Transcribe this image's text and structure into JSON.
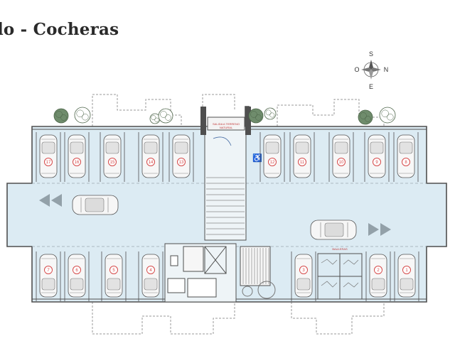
{
  "title": "lo - Cocheras",
  "compass": {
    "n": "N",
    "s": "S",
    "e": "E",
    "o": "O"
  },
  "labels": {
    "exit": "SALIDA A TERRENO",
    "exit2": "NATURAL",
    "storage": "BAULERAS"
  },
  "spaces_top": [
    "17",
    "16",
    "15",
    "14",
    "13",
    "12",
    "11",
    "10",
    "9",
    "8"
  ],
  "spaces_bottom": [
    "7",
    "6",
    "5",
    "4",
    "3",
    "2",
    "1"
  ],
  "colors": {
    "floor": "#dcebf3",
    "wall": "#5a5a5a",
    "badge": "#d64a4a",
    "tree": "#5c7a5a"
  }
}
